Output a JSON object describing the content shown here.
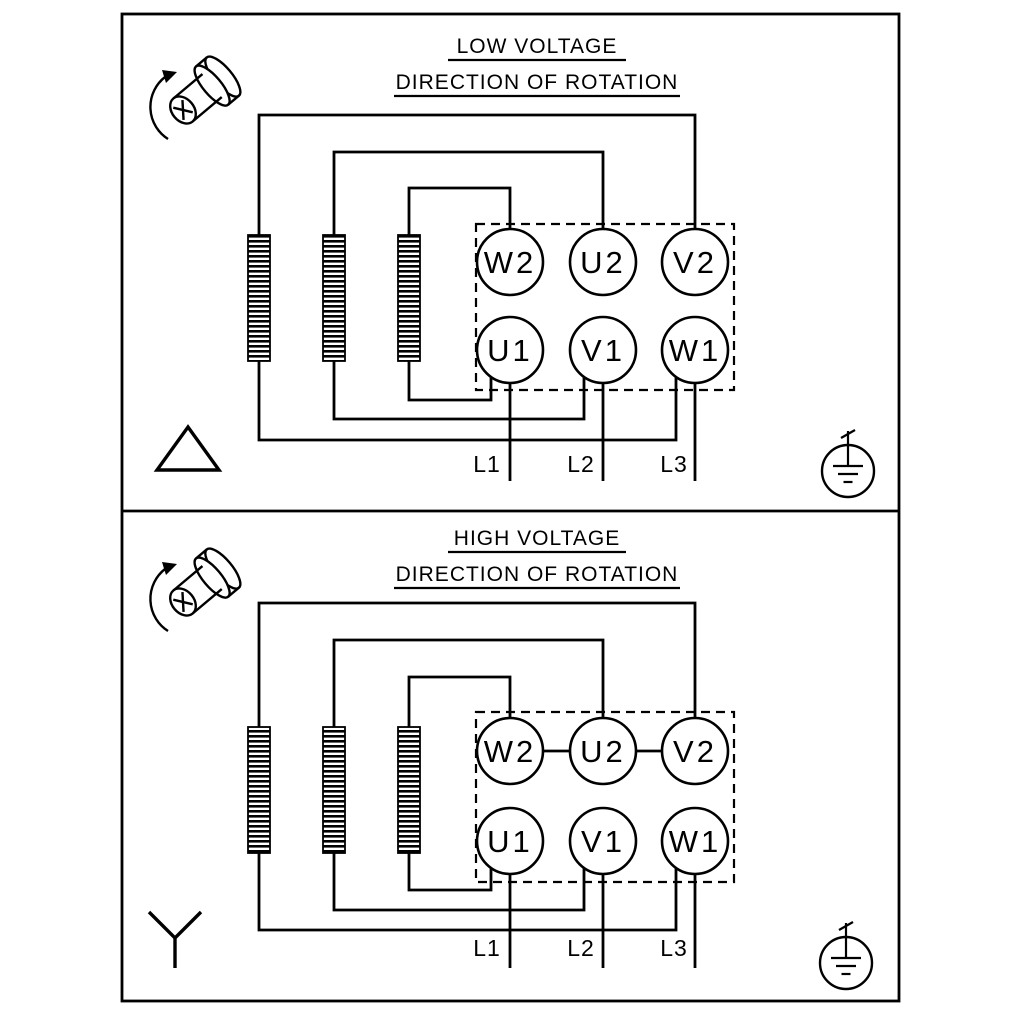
{
  "diagram": {
    "background": "#ffffff",
    "line_color": "#000000",
    "icons": {
      "shaft": "motor-shaft",
      "rotation": "rotation-arrow",
      "delta": "delta-connection",
      "star": "star-connection",
      "earth": "earth-ground"
    },
    "panels": [
      {
        "title": "LOW VOLTAGE",
        "subtitle": "DIRECTION OF ROTATION",
        "connection": "delta",
        "terminals": {
          "top": [
            "W2",
            "U2",
            "V2"
          ],
          "bottom": [
            "U1",
            "V1",
            "W1"
          ]
        },
        "lines": [
          "L1",
          "L2",
          "L3"
        ]
      },
      {
        "title": "HIGH VOLTAGE",
        "subtitle": "DIRECTION OF ROTATION",
        "connection": "star",
        "terminals": {
          "top": [
            "W2",
            "U2",
            "V2"
          ],
          "bottom": [
            "U1",
            "V1",
            "W1"
          ]
        },
        "lines": [
          "L1",
          "L2",
          "L3"
        ]
      }
    ]
  }
}
